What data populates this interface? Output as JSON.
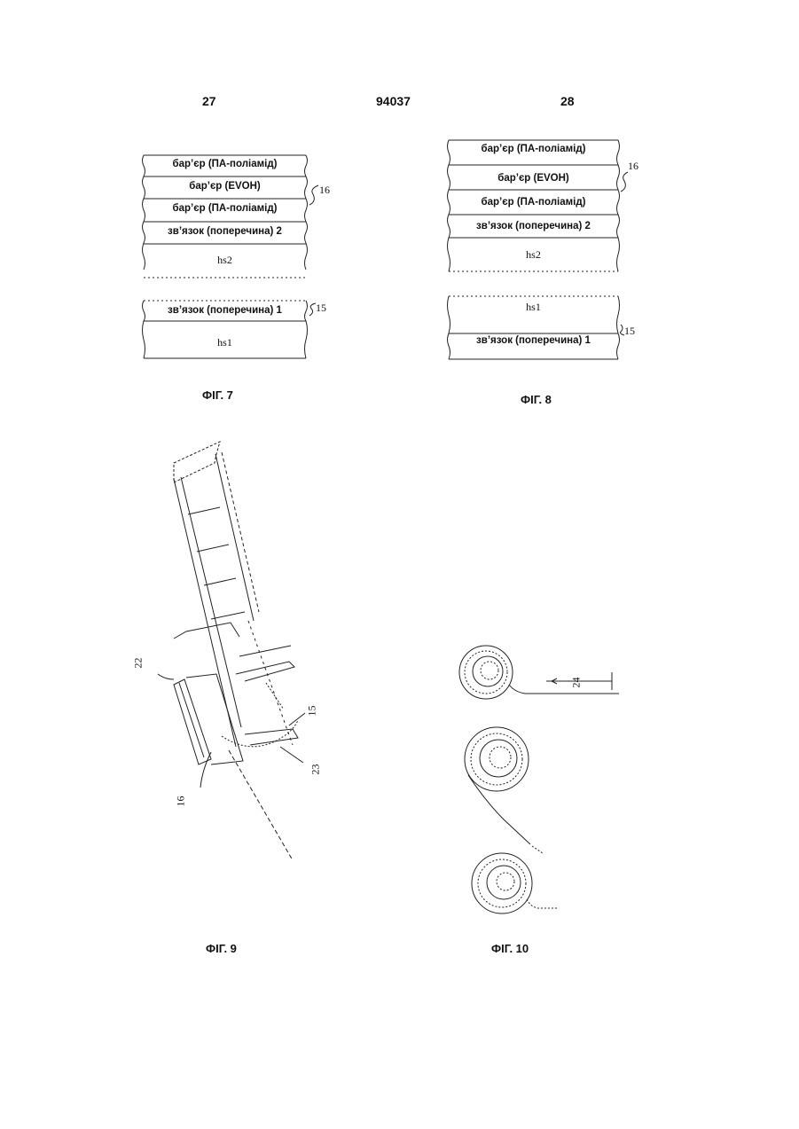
{
  "header": {
    "left_col": "27",
    "doc_number": "94037",
    "right_col": "28"
  },
  "fig7": {
    "caption": "ФІГ. 7",
    "layers": [
      "бар’єр (ПА-поліамід)",
      "бар’єр (EVOH)",
      "бар’єр (ПА-поліамід)",
      "зв’язок (поперечина) 2",
      "hs2",
      "зв’язок (поперечина) 1",
      "hs1"
    ],
    "ref_upper": "16",
    "ref_lower": "15"
  },
  "fig8": {
    "caption": "ФІГ. 8",
    "layers": [
      "бар’єр (ПА-поліамід)",
      "бар’єр (EVOH)",
      "бар’єр (ПА-поліамід)",
      "зв’язок (поперечина) 2",
      "hs2",
      "hs1",
      "зв’язок (поперечина) 1"
    ],
    "ref_upper": "16",
    "ref_lower": "15"
  },
  "fig9": {
    "caption": "ФІГ. 9",
    "refs": [
      "22",
      "16",
      "15",
      "23"
    ]
  },
  "fig10": {
    "caption": "ФІГ. 10",
    "refs": [
      "24"
    ]
  }
}
